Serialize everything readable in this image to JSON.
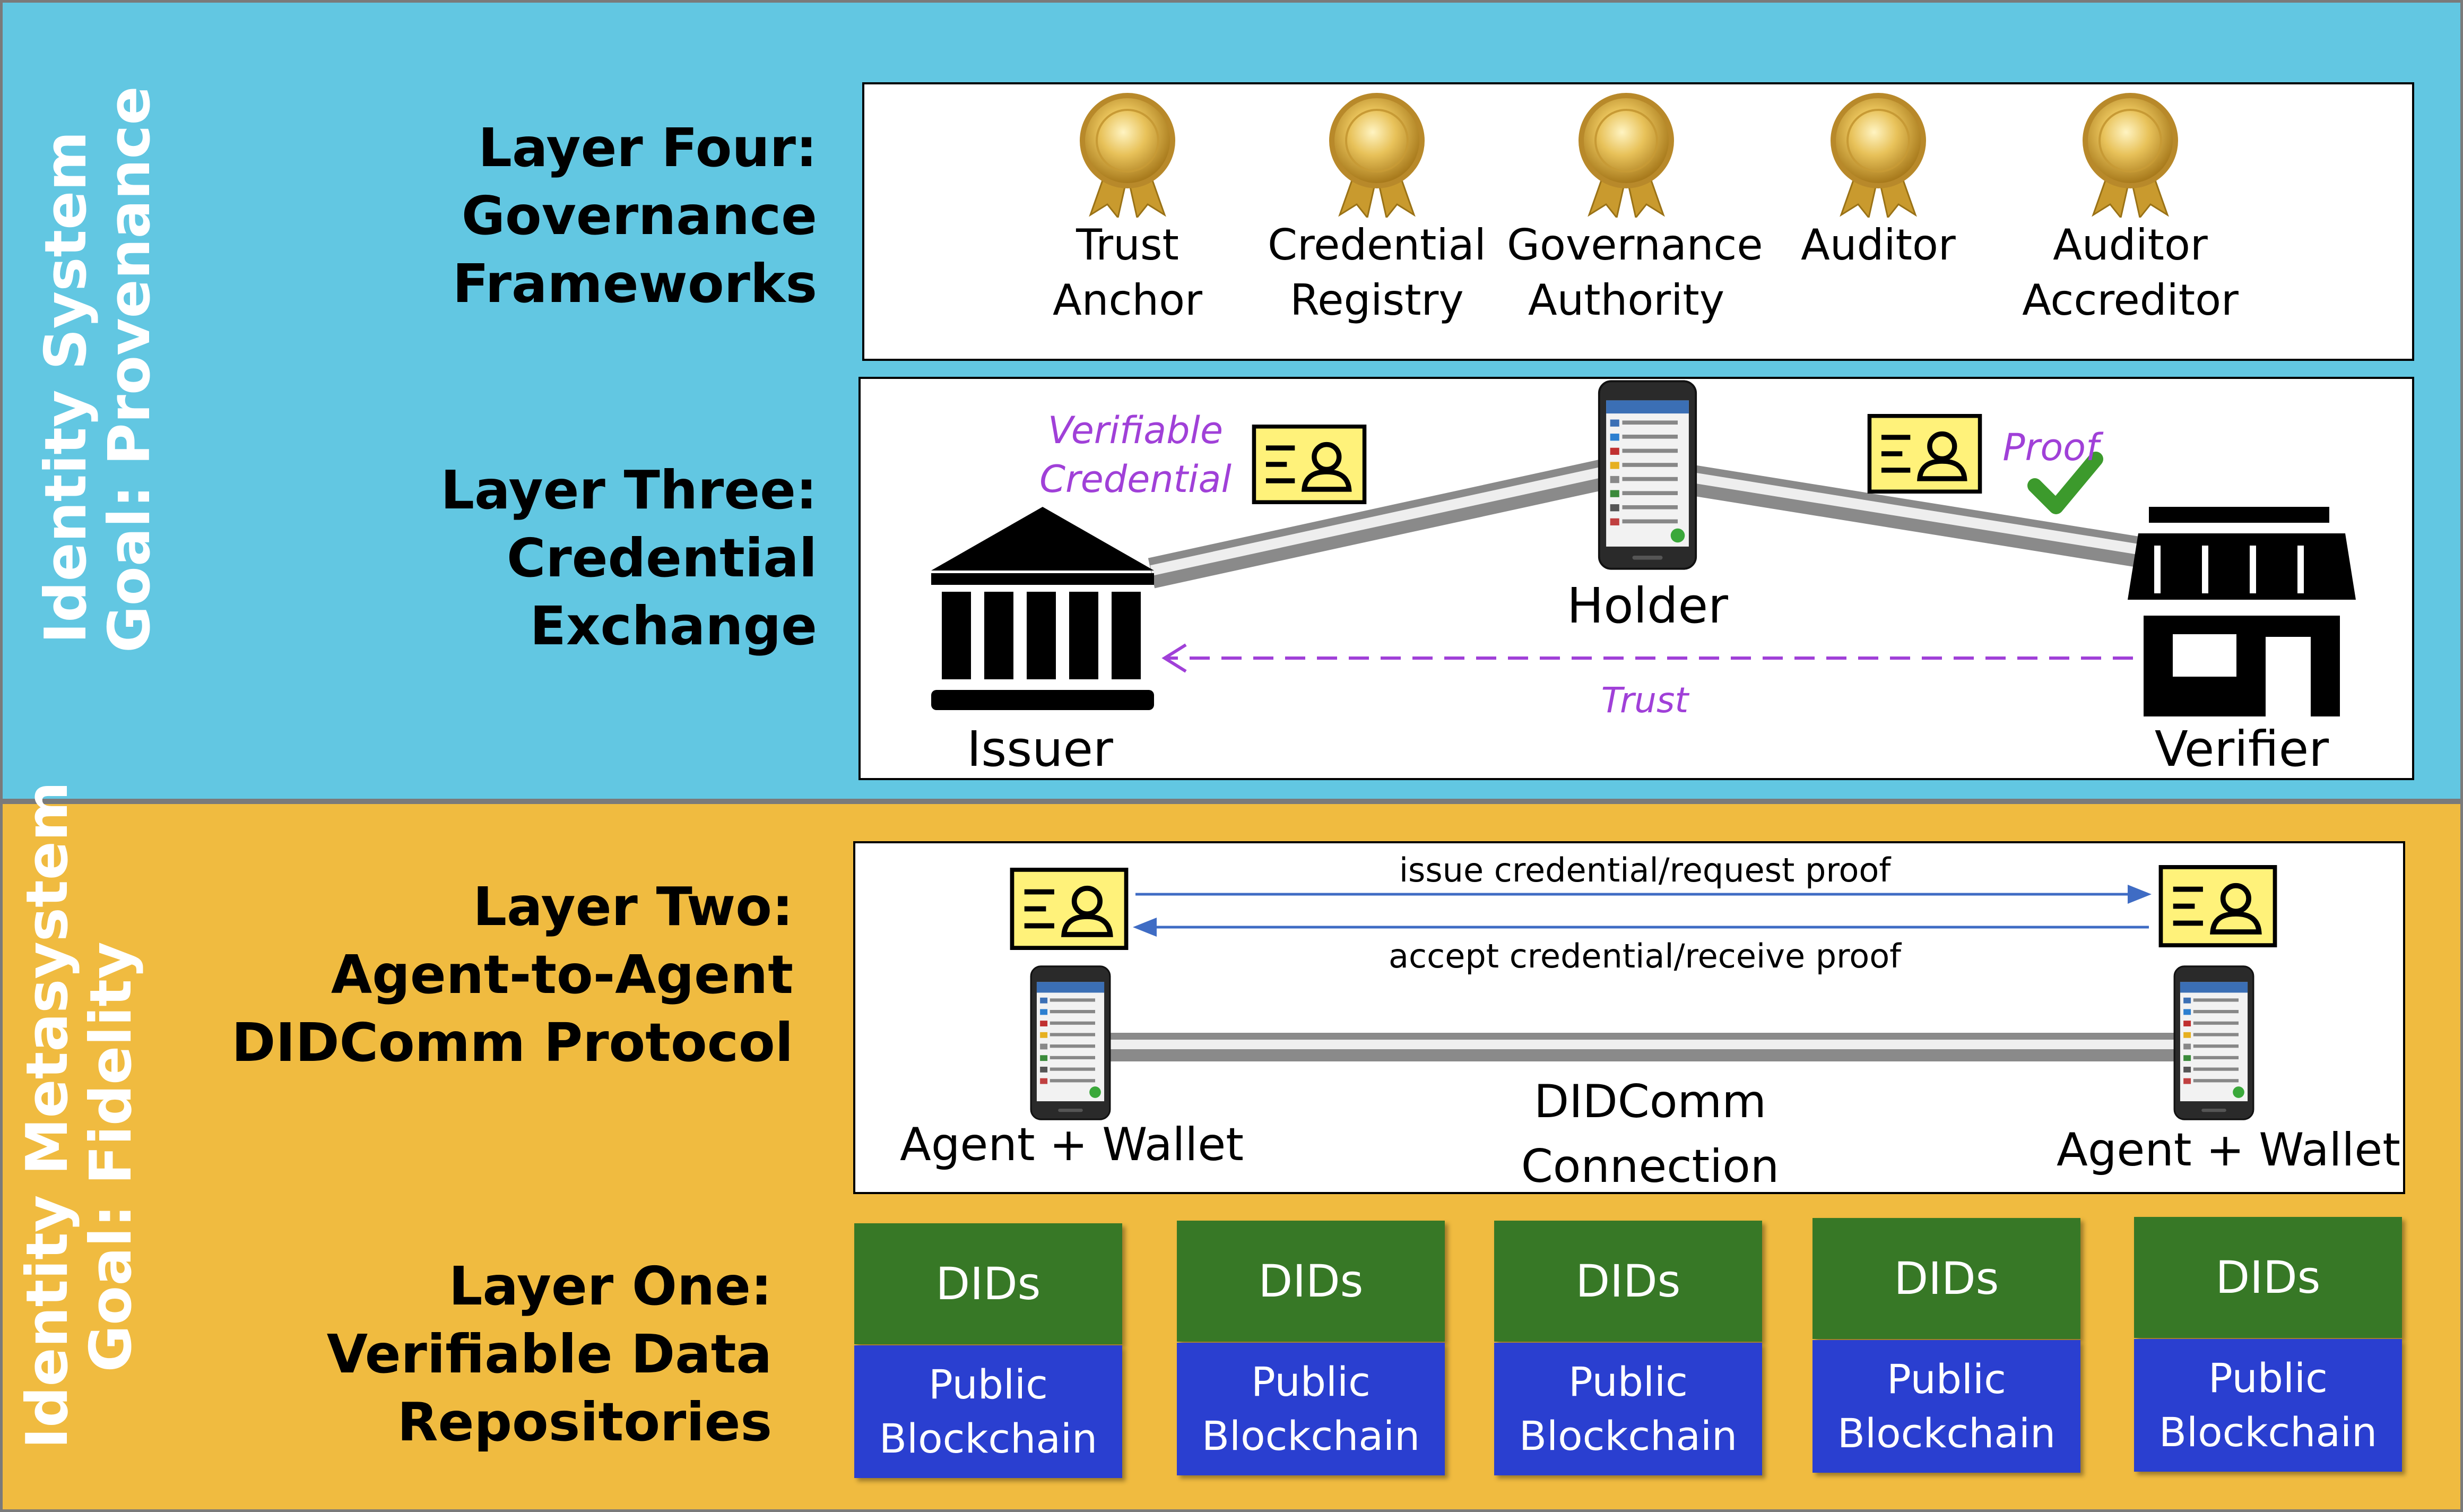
{
  "sides": {
    "top": {
      "line1": "Identity System",
      "line2": "Goal: Provenance"
    },
    "bottom": {
      "line1": "Identity Metasystem",
      "line2": "Goal: Fidelity"
    }
  },
  "layers": {
    "four": {
      "line1": "Layer Four:",
      "line2": "Governance",
      "line3": "Frameworks"
    },
    "three": {
      "line1": "Layer Three:",
      "line2": "Credential Exchange"
    },
    "two": {
      "line1": "Layer Two:",
      "line2": "Agent-to-Agent",
      "line3": "DIDComm Protocol"
    },
    "one": {
      "line1": "Layer One:",
      "line2": "Verifiable Data",
      "line3": "Repositories"
    }
  },
  "governance": [
    {
      "line1": "Trust",
      "line2": "Anchor",
      "icon": "medal-icon"
    },
    {
      "line1": "Credential",
      "line2": "Registry",
      "icon": "medal-icon"
    },
    {
      "line1": "Governance",
      "line2": "Authority",
      "icon": "medal-icon"
    },
    {
      "line1": "Auditor",
      "line2": "",
      "icon": "medal-icon"
    },
    {
      "line1": "Auditor",
      "line2": "Accreditor",
      "icon": "medal-icon"
    }
  ],
  "exchange": {
    "issuer": "Issuer",
    "holder": "Holder",
    "verifier": "Verifier",
    "vc_line1": "Verifiable",
    "vc_line2": "Credential",
    "proof": "Proof",
    "trust": "Trust"
  },
  "agents": {
    "left": "Agent + Wallet",
    "right": "Agent + Wallet",
    "issue": "issue credential/request proof",
    "accept": "accept credential/receive proof",
    "conn_line1": "DIDComm",
    "conn_line2": "Connection"
  },
  "repositories": [
    {
      "did": "DIDs",
      "line1": "Public",
      "line2": "Blockchain"
    },
    {
      "did": "DIDs",
      "line1": "Public",
      "line2": "Blockchain"
    },
    {
      "did": "DIDs",
      "line1": "Public",
      "line2": "Blockchain"
    },
    {
      "did": "DIDs",
      "line1": "Public",
      "line2": "Blockchain"
    },
    {
      "did": "DIDs",
      "line1": "Public",
      "line2": "Blockchain"
    }
  ],
  "colors": {
    "top_band": "#62c7e2",
    "bottom_band": "#f0bb40",
    "did_green": "#377826",
    "blockchain_blue": "#2a3fd0",
    "annotation_purple": "#a040d8",
    "credential_yellow": "#fff27a"
  }
}
